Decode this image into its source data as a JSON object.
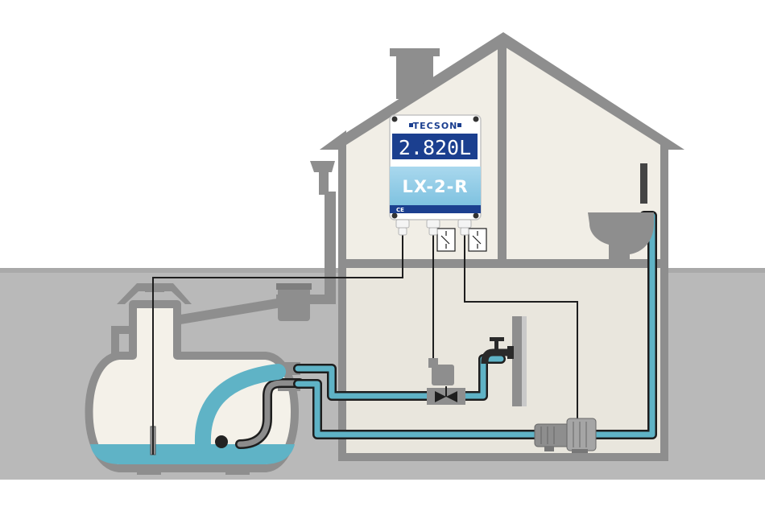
{
  "controller": {
    "brand": "TECSON",
    "display_reading": "2.820L",
    "model_name": "LX-2-R",
    "certification_mark": "CE"
  },
  "colors": {
    "water": "#5fb3c6",
    "pipe_outline": "#1e1e1e",
    "house_wall": "#8e8e8e",
    "house_fill": "#f1eee6",
    "ground": "#b9b9b9",
    "panel_light_blue": "#8dcbe6",
    "panel_dark_blue": "#1b3f8f"
  },
  "icons": [
    "water-tap-icon",
    "solenoid-valve-icon",
    "water-pump-icon",
    "float-switch-icon",
    "relay-switch-icon"
  ]
}
